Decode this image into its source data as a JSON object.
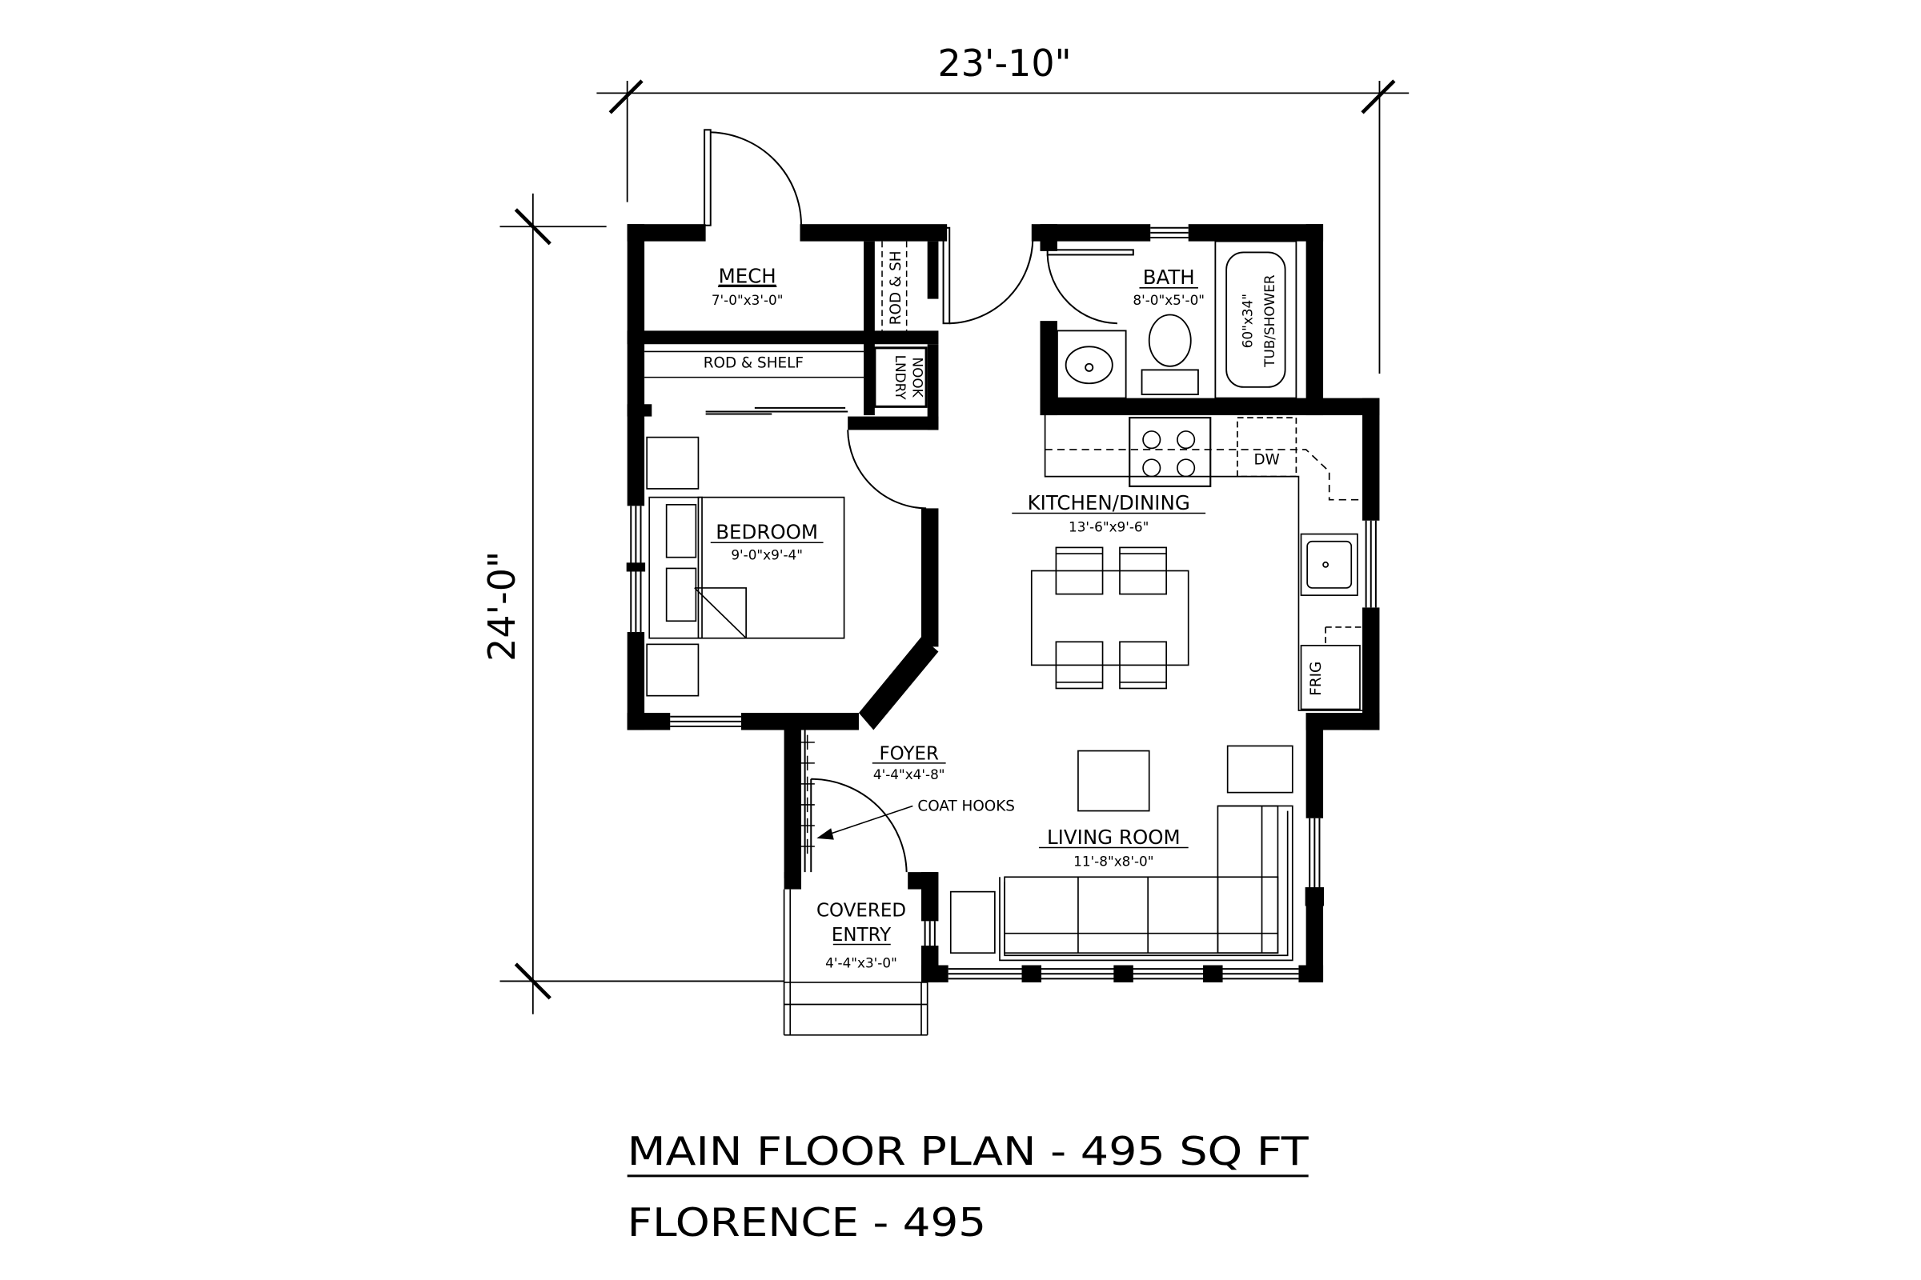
{
  "dimensions": {
    "width": "23'-10\"",
    "depth": "24'-0\""
  },
  "rooms": {
    "mech": {
      "name": "MECH",
      "size": "7'-0\"x3'-0\""
    },
    "bath": {
      "name": "BATH",
      "size": "8'-0\"x5'-0\""
    },
    "bedroom": {
      "name": "BEDROOM",
      "size": "9'-0\"x9'-4\""
    },
    "kitchen": {
      "name": "KITCHEN/DINING",
      "size": "13'-6\"x9'-6\""
    },
    "foyer": {
      "name": "FOYER",
      "size": "4'-4\"x4'-8\""
    },
    "living": {
      "name": "LIVING ROOM",
      "size": "11'-8\"x8'-0\""
    },
    "entry": {
      "name_line1": "COVERED",
      "name_line2": "ENTRY",
      "size": "4'-4\"x3'-0\""
    }
  },
  "annotations": {
    "rod_shelf": "ROD & SHELF",
    "rod_sh": "ROD & SH",
    "lndry_line1": "LNDRY",
    "lndry_line2": "NOOK",
    "tub_line1": "60\"x34\"",
    "tub_line2": "TUB/SHOWER",
    "dw": "DW",
    "frig": "FRIG",
    "coat_hooks": "COAT HOOKS"
  },
  "title": {
    "main": "MAIN FLOOR PLAN - 495 SQ FT",
    "model": "FLORENCE - 495"
  }
}
